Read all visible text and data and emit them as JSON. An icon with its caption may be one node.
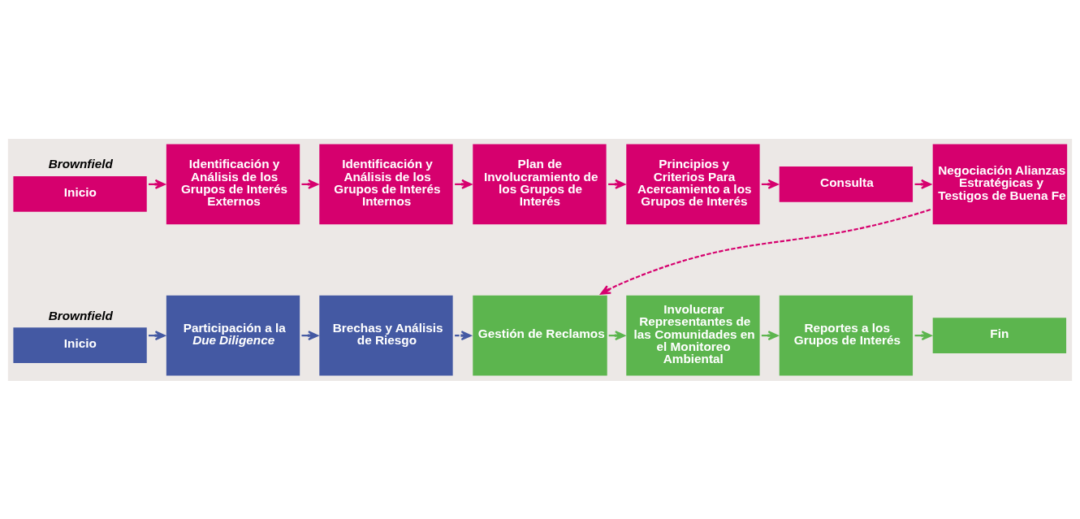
{
  "diagram": {
    "nodes": [
      {
        "text": [
          "Inicio"
        ],
        "beside": [
          "Brownfield"
        ]
      },
      {
        "text": [
          "Identificación y Análisis de los Grupos de Interés Externos"
        ]
      },
      {
        "text": [
          "Identificación y Análisis de los Grupos de Interés Internos"
        ]
      },
      {
        "text": [
          "Plan de Involucramiento de los Grupos de Interés"
        ]
      },
      {
        "text": [
          "Principios y Criterios Para Acercamiento a los Grupos de Interés"
        ]
      },
      {
        "text": [
          "Consulta"
        ]
      },
      {
        "text": [
          "Negociación Alianzas Estratégicas y Testigos de Buena Fe"
        ]
      },
      {
        "text": [
          "Gestión de Reclamos"
        ]
      },
      {
        "text": [
          "Involucrar Representantes de las Comunidades en el Monitoreo Ambiental"
        ]
      },
      {
        "text": [
          "Reportes a los Grupos de Interés"
        ]
      },
      {
        "text": [
          "Fin"
        ]
      },
      {
        "text": [
          "Inicio"
        ],
        "beside": [
          "Brownfield"
        ]
      },
      {
        "text": [
          "Participación a la *Due Diligence*"
        ]
      },
      {
        "text": [
          "Brechas y Análisis de Riesgo"
        ]
      }
    ],
    "edges": [
      {
        "from": 0,
        "to": 1,
        "arrow": "to"
      },
      {
        "from": 1,
        "to": 2,
        "arrow": "to"
      },
      {
        "from": 2,
        "to": 3,
        "arrow": "to"
      },
      {
        "from": 3,
        "to": 4,
        "arrow": "to"
      },
      {
        "from": 4,
        "to": 5,
        "arrow": "to"
      },
      {
        "from": 5,
        "to": 6,
        "arrow": "to"
      },
      {
        "from": 6,
        "to": 7,
        "arrow": "to",
        "style": "dashed"
      },
      {
        "from": 7,
        "to": 8,
        "arrow": "to",
        "color": "#5cb54e"
      },
      {
        "from": 8,
        "to": 9,
        "arrow": "to",
        "color": "#5cb54e"
      },
      {
        "from": 9,
        "to": 10,
        "arrow": "to",
        "color": "#5cb54e"
      },
      {
        "from": 11,
        "to": 12,
        "arrow": "to",
        "color": "#4459a3"
      },
      {
        "from": 12,
        "to": 13,
        "arrow": "to",
        "color": "#4459a3"
      },
      {
        "from": 13,
        "to": 7,
        "arrow": "to",
        "style": "dashed",
        "color": "#4459a3"
      }
    ]
  }
}
